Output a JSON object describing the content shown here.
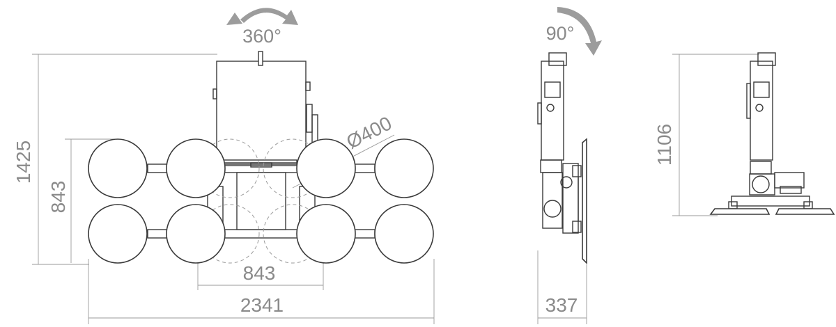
{
  "colors": {
    "line": "#3a3a3a",
    "dimension_text": "#8a8a8a",
    "arrow": "#9c9c9c",
    "background": "#ffffff"
  },
  "front_view": {
    "rotation_label": "360°",
    "height_total": "1425",
    "height_pads": "843",
    "width_inner": "843",
    "width_total": "2341",
    "pad_diameter": "Ø400"
  },
  "side_view": {
    "tilt_label": "90°",
    "depth": "337"
  },
  "right_view": {
    "height": "1106"
  }
}
